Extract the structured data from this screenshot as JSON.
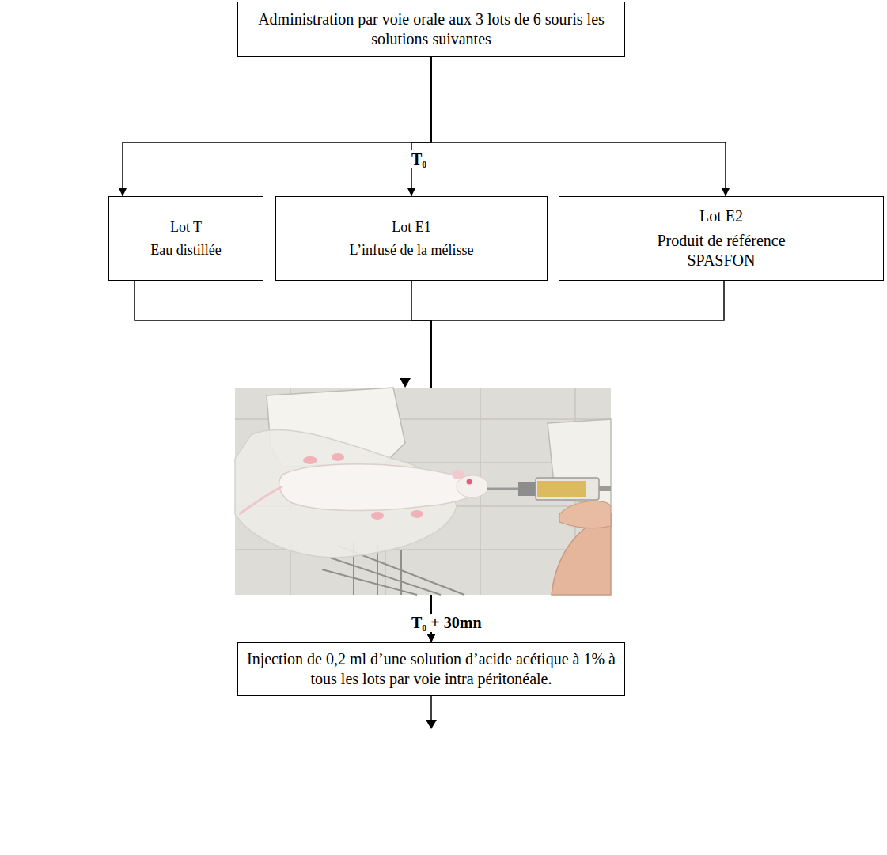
{
  "diagram": {
    "nodes": [
      {
        "text": [
          "Administration par voie orale aux 3 lots de 6 souris les solutions suivantes"
        ]
      },
      {
        "text": [
          "Lot T",
          "Eau distillée"
        ]
      },
      {
        "text": [
          "Lot E1",
          "L’infusé de la mélisse"
        ]
      },
      {
        "text": [
          "Lot E2",
          "Produit de référence SPASFON"
        ]
      },
      {
        "text": [
          "Injection de 0,2 ml d’une solution d’acide acétique à 1% à tous les lots par voie intra péritonéale."
        ]
      }
    ],
    "edges": [
      {
        "from": 0,
        "to": 1,
        "arrow": "to"
      },
      {
        "from": 0,
        "to": 2,
        "arrow": "to",
        "label": "T₀"
      },
      {
        "from": 0,
        "to": 3,
        "arrow": "to"
      },
      {
        "from": 1,
        "to": 4,
        "arrow": "to"
      },
      {
        "from": 2,
        "to": 4,
        "arrow": "to",
        "label": "T₀ + 30mn"
      },
      {
        "from": 3,
        "to": 4,
        "arrow": "to"
      }
    ]
  }
}
